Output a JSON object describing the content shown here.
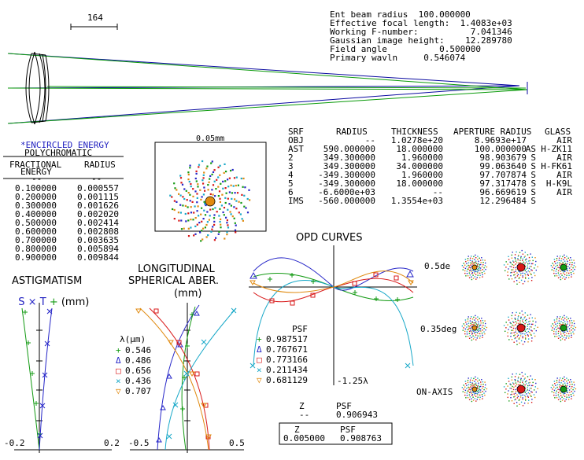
{
  "scale_bar": "164",
  "header": [
    "Ent beam radius  100.000000",
    "Effective focal length:  1.4083e+03",
    "Working F-number:          7.041346",
    "Gaussian image height:    12.289780",
    "Field angle          0.500000",
    "Primary wavln     0.546074"
  ],
  "encircled": {
    "title1": "*ENCIRCLED ENERGY",
    "title2": "POLYCHROMATIC",
    "col1a": "FRACTIONAL",
    "col1b": "ENERGY",
    "col2": "RADIUS",
    "sep1": "--",
    "sep2": "--",
    "rows": [
      [
        "0.100000",
        "0.000557"
      ],
      [
        "0.200000",
        "0.001115"
      ],
      [
        "0.300000",
        "0.001626"
      ],
      [
        "0.400000",
        "0.002020"
      ],
      [
        "0.500000",
        "0.002414"
      ],
      [
        "0.600000",
        "0.002808"
      ],
      [
        "0.700000",
        "0.003635"
      ],
      [
        "0.800000",
        "0.005894"
      ],
      [
        "0.900000",
        "0.009844"
      ]
    ]
  },
  "spot_scale": "0.05mm",
  "prescription": {
    "headers": [
      "SRF",
      "RADIUS",
      "THICKNESS",
      "APERTURE RADIUS",
      "GLASS"
    ],
    "rows": [
      [
        "OBJ",
        "--",
        "1.0278e+20",
        "8.9693e+17",
        "",
        "AIR"
      ],
      [
        "AST",
        "590.000000",
        "18.000000",
        "100.000000",
        "AS",
        "H-ZK11"
      ],
      [
        "2",
        "349.300000",
        "1.960000",
        "98.903679",
        "S",
        "AIR"
      ],
      [
        "3",
        "349.300000",
        "34.000000",
        "99.063640",
        "S",
        "H-FK61"
      ],
      [
        "4",
        "-349.300000",
        "1.960000",
        "97.707874",
        "S",
        "AIR"
      ],
      [
        "5",
        "-349.300000",
        "18.000000",
        "97.317478",
        "S",
        "H-K9L"
      ],
      [
        "6",
        "-6.6000e+03",
        "--",
        "96.669619",
        "S",
        "AIR"
      ],
      [
        "IMS",
        "-560.000000",
        "1.3554e+03",
        "12.296484",
        "S",
        ""
      ]
    ]
  },
  "astig": {
    "title": "ASTIGMATISM",
    "legend": "S × T + (mm)",
    "xmin": "-0.2",
    "xmax": "0.2"
  },
  "long": {
    "title1": "LONGITUDINAL",
    "title2": "SPHERICAL ABER.",
    "unit": "(mm)",
    "lambda": "λ(μm)",
    "xmin": "-0.5",
    "xmax": "0.5",
    "legend": [
      {
        "sym": "+",
        "val": "0.546",
        "color": "#139a13"
      },
      {
        "sym": "Δ",
        "val": "0.486",
        "color": "#2626c8"
      },
      {
        "sym": "□",
        "val": "0.656",
        "color": "#d81818"
      },
      {
        "sym": "×",
        "val": "0.436",
        "color": "#18a8c8"
      },
      {
        "sym": "▽",
        "val": "0.707",
        "color": "#e08a10"
      }
    ]
  },
  "opd": {
    "title": "OPD CURVES",
    "psf": "PSF",
    "scale": "-1.25λ",
    "legend": [
      {
        "sym": "+",
        "val": "0.987517",
        "color": "#139a13"
      },
      {
        "sym": "Δ",
        "val": "0.767671",
        "color": "#2626c8"
      },
      {
        "sym": "□",
        "val": "0.773166",
        "color": "#d81818"
      },
      {
        "sym": "×",
        "val": "0.211434",
        "color": "#18a8c8"
      },
      {
        "sym": "▽",
        "val": "0.681129",
        "color": "#e08a10"
      }
    ]
  },
  "zpsf": {
    "z": "Z",
    "psf": "PSF",
    "z1": "--",
    "psf1": "0.906943",
    "z2": "0.005000",
    "psf2": "0.908763"
  },
  "fields": [
    "0.5de",
    "0.35deg",
    "ON-AXIS"
  ]
}
